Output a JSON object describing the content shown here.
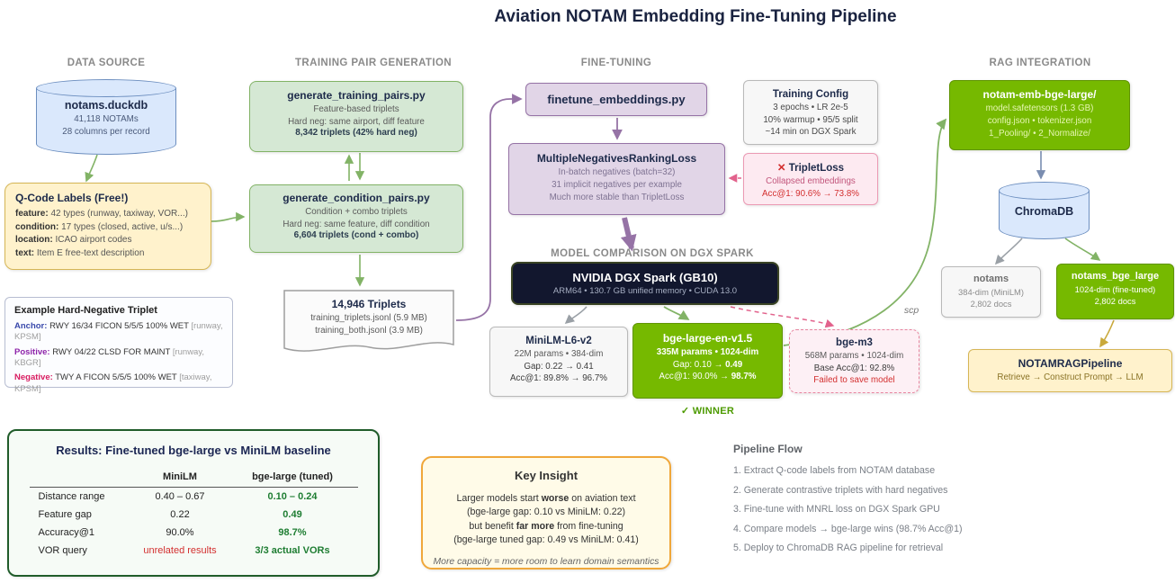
{
  "title": "Aviation NOTAM Embedding Fine-Tuning Pipeline",
  "section_labels": {
    "data_source": "DATA SOURCE",
    "training_pair_generation": "TRAINING PAIR GENERATION",
    "fine_tuning": "FINE-TUNING",
    "rag_integration": "RAG INTEGRATION",
    "model_comparison": "MODEL COMPARISON ON DGX SPARK"
  },
  "nodes": {
    "duckdb": {
      "title": "notams.duckdb",
      "lines": [
        "41,118 NOTAMs",
        "28 columns per record"
      ]
    },
    "qcode": {
      "title": "Q-Code Labels (Free!)",
      "items": [
        {
          "key": "feature:",
          "value": "42 types (runway, taxiway, VOR...)"
        },
        {
          "key": "condition:",
          "value": "17 types (closed, active, u/s...)"
        },
        {
          "key": "location:",
          "value": "ICAO airport codes"
        },
        {
          "key": "text:",
          "value": "Item E free-text description"
        }
      ]
    },
    "example_triplet": {
      "title": "Example Hard-Negative Triplet",
      "items": [
        {
          "label": "Anchor:",
          "text": "RWY 16/34 FICON 5/5/5 100% WET",
          "tag": "[runway, KPSM]"
        },
        {
          "label": "Positive:",
          "text": "RWY 04/22 CLSD FOR MAINT",
          "tag": "[runway, KBGR]"
        },
        {
          "label": "Negative:",
          "text": "TWY A FICON 5/5/5 100% WET",
          "tag": "[taxiway, KPSM]"
        }
      ]
    },
    "gen_training": {
      "title": "generate_training_pairs.py",
      "lines": [
        "Feature-based triplets",
        "Hard neg: same airport, diff feature"
      ],
      "bold_line": "8,342 triplets (42% hard neg)"
    },
    "gen_condition": {
      "title": "generate_condition_pairs.py",
      "lines": [
        "Condition + combo triplets",
        "Hard neg: same feature, diff condition"
      ],
      "bold_line": "6,604 triplets (cond + combo)"
    },
    "triplets_doc": {
      "title": "14,946 Triplets",
      "lines": [
        "training_triplets.jsonl (5.9 MB)",
        "training_both.jsonl (3.9 MB)"
      ]
    },
    "finetune": {
      "title": "finetune_embeddings.py"
    },
    "mnrl": {
      "title": "MultipleNegativesRankingLoss",
      "lines": [
        "In-batch negatives (batch=32)",
        "31 implicit negatives per example",
        "Much more stable than TripletLoss"
      ]
    },
    "training_config": {
      "title": "Training Config",
      "lines": [
        "3 epochs • LR 2e-5",
        "10% warmup • 95/5 split",
        "~14 min on DGX Spark"
      ]
    },
    "tripletloss": {
      "icon": "✕",
      "title": "TripletLoss",
      "lines": [
        "Collapsed embeddings",
        "Acc@1: 90.6% → 73.8%"
      ]
    },
    "dgx": {
      "title": "NVIDIA DGX Spark (GB10)",
      "subtitle": "ARM64 • 130.7 GB unified memory • CUDA 13.0"
    },
    "minilm": {
      "title": "MiniLM-L6-v2",
      "lines": [
        "22M params • 384-dim",
        "Gap: 0.22 → 0.41",
        "Acc@1: 89.8% → 96.7%"
      ]
    },
    "bge_large": {
      "title": "bge-large-en-v1.5",
      "line1": "335M params • 1024-dim",
      "gap_pre": "Gap: 0.10 → ",
      "gap_bold": "0.49",
      "acc_pre": "Acc@1: 90.0% → ",
      "acc_bold": "98.7%"
    },
    "winner": "✓ WINNER",
    "bge_m3": {
      "title": "bge-m3",
      "lines": [
        "568M params • 1024-dim",
        "Base Acc@1: 92.8%"
      ],
      "fail": "Failed to save model"
    },
    "emb_dir": {
      "title": "notam-emb-bge-large/",
      "lines": [
        "model.safetensors (1.3 GB)",
        "config.json • tokenizer.json",
        "1_Pooling/ • 2_Normalize/"
      ]
    },
    "chromadb": {
      "title": "ChromaDB"
    },
    "col_minilm": {
      "title": "notams",
      "lines": [
        "384-dim (MiniLM)",
        "2,802 docs"
      ]
    },
    "col_bge": {
      "title": "notams_bge_large",
      "lines": [
        "1024-dim (fine-tuned)",
        "2,802 docs"
      ]
    },
    "rag_pipeline": {
      "title": "NOTAMRAGPipeline",
      "subtitle": "Retrieve → Construct Prompt → LLM"
    },
    "scp_label": "scp"
  },
  "results": {
    "title": "Results: Fine-tuned bge-large vs MiniLM baseline",
    "col1": "MiniLM",
    "col2": "bge-large (tuned)",
    "rows": [
      {
        "label": "Distance range",
        "minilm": "0.40 – 0.67",
        "bge": "0.10 – 0.24"
      },
      {
        "label": "Feature gap",
        "minilm": "0.22",
        "bge": "0.49"
      },
      {
        "label": "Accuracy@1",
        "minilm": "90.0%",
        "bge": "98.7%"
      },
      {
        "label": "VOR query",
        "minilm": "unrelated results",
        "bge": "3/3 actual VORs"
      }
    ]
  },
  "key_insight": {
    "title": "Key Insight",
    "line1": {
      "pre": "Larger models start ",
      "bold": "worse",
      "post": " on aviation text"
    },
    "line2": "(bge-large gap: 0.10 vs MiniLM: 0.22)",
    "line3": {
      "pre": "but benefit ",
      "bold": "far more",
      "post": " from fine-tuning"
    },
    "line4": "(bge-large tuned gap: 0.49 vs MiniLM: 0.41)",
    "footnote": "More capacity = more room to learn domain semantics"
  },
  "pipeline_flow": {
    "title": "Pipeline Flow",
    "steps": [
      "1. Extract Q-code labels from NOTAM database",
      "2. Generate contrastive triplets with hard negatives",
      "3. Fine-tune with MNRL loss on DGX Spark GPU",
      "4. Compare models → bge-large wins (98.7% Acc@1)",
      "5. Deploy to ChromaDB RAG pipeline for retrieval"
    ]
  },
  "colors": {
    "nvidia_green": "#76b900",
    "light_green": "#d5e8d4",
    "green_border": "#82b366",
    "light_purple": "#e1d5e7",
    "purple_border": "#9673a6",
    "light_blue": "#dae8fc",
    "blue_border": "#6c8ebf",
    "light_yellow": "#fff2cc",
    "yellow_border": "#d6b656",
    "pink_border": "#e8849f",
    "dark_navy": "#12172e",
    "results_green": "#1e7d32",
    "error_red": "#d32f2f"
  }
}
